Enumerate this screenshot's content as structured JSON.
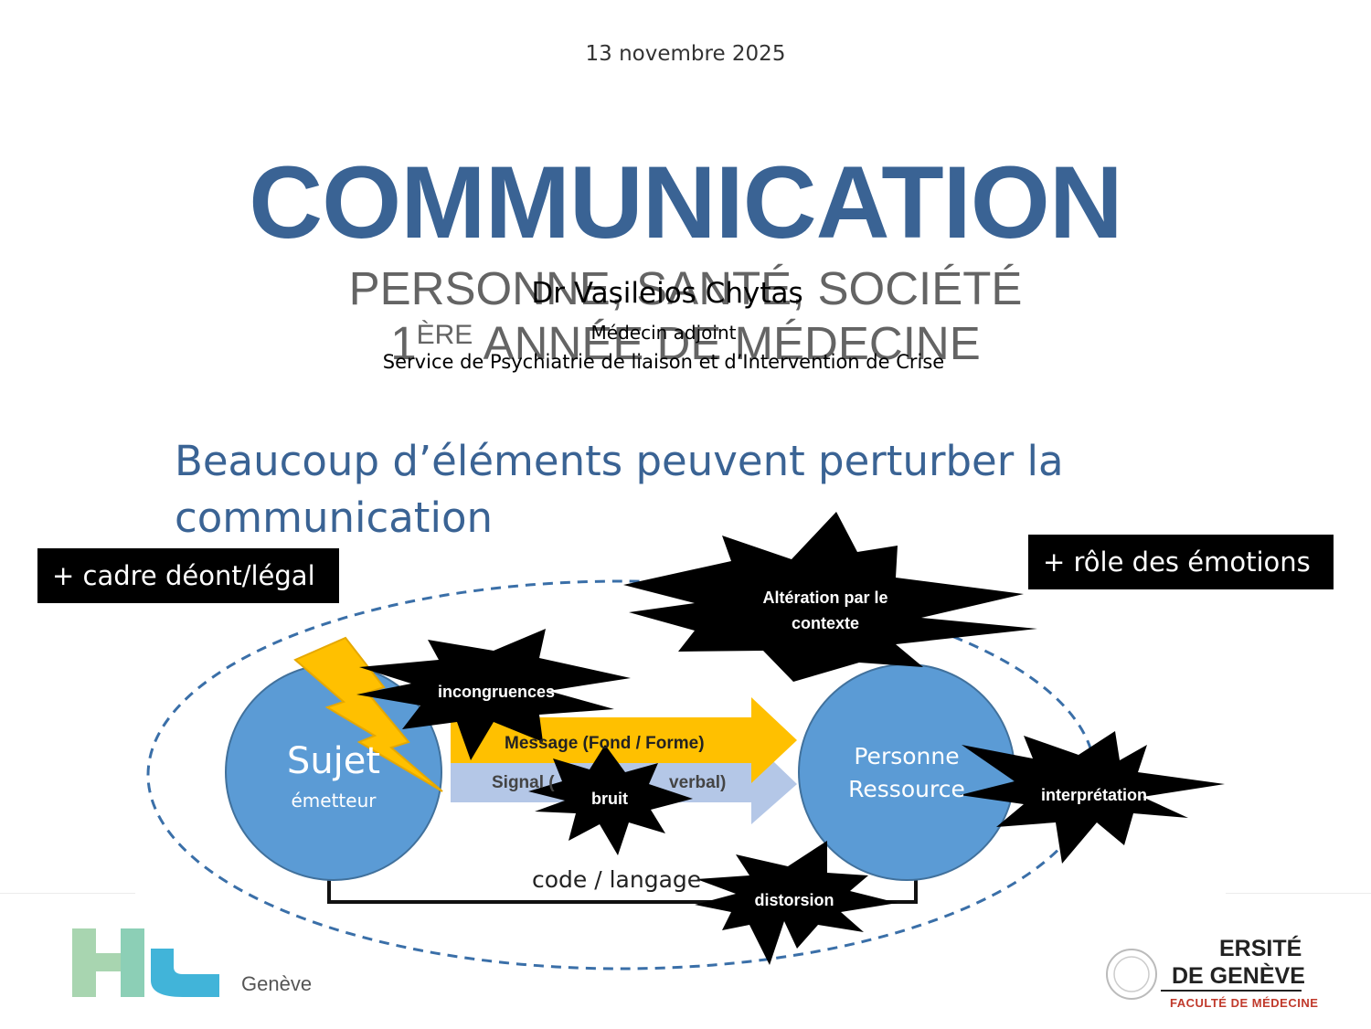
{
  "header": {
    "date": "13 novembre 2025",
    "title": "COMMUNICATION",
    "subtitle_line1": "PERSONNE, SANTÉ, SOCIÉTÉ",
    "subtitle_line2_num": "1",
    "subtitle_line2_sup": "ÈRE",
    "subtitle_line2_rest": " ANNÉE DE MÉDECINE",
    "author": "Dr Vasileios Chytas",
    "role": "Médecin adjoint",
    "service": "Service de Psychiatrie de liaison et d’Intervention de Crise"
  },
  "slide": {
    "heading": "Beaucoup d’éléments peuvent perturber la communication",
    "box_left": "+ cadre déont/légal",
    "box_right": "+ rôle des émotions",
    "diagram": {
      "sender_title": "Sujet",
      "sender_sub": "émetteur",
      "receiver_line1": "Personne",
      "receiver_line2": "Ressource",
      "message": "Message (Fond / Forme)",
      "signal_start": "Signal (",
      "signal_end": "verbal)",
      "code": "code / langage",
      "disturbances": {
        "alteration_line1": "Altération par le",
        "alteration_line2": "contexte",
        "incongruences": "incongruences",
        "bruit": "bruit",
        "interpretation": "interprétation",
        "distorsion": "distorsion"
      }
    }
  },
  "footer": {
    "hug_city": "Genève",
    "unige_line1": "ERSITÉ",
    "unige_line2": "DE GENÈVE",
    "unige_faculty": "FACULTÉ DE MÉDECINE"
  },
  "colors": {
    "title_blue": "#3a6394",
    "circle_blue": "#5b9bd5",
    "message_yellow": "#ffc000",
    "signal_light_blue": "#b4c7e7",
    "faculty_red": "#c0392b",
    "hug_green": "#a8d5b0",
    "hug_blue": "#41b4d9"
  }
}
